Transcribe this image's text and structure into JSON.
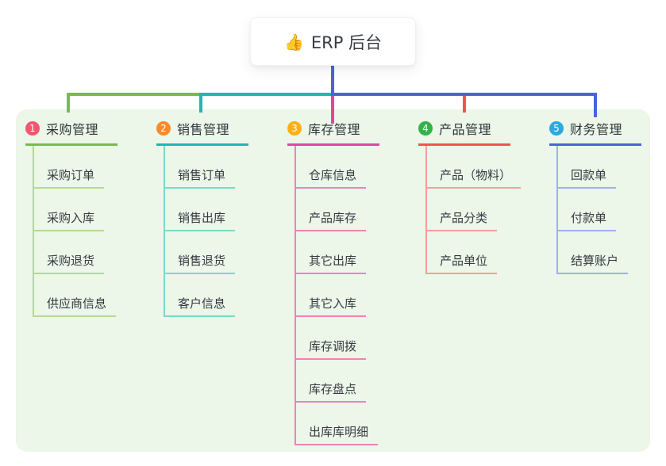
{
  "root": {
    "emoji": "👍",
    "label": "ERP 后台"
  },
  "colors": {
    "root_line": "#4a64d8",
    "panel_bg": "#ecf6e9",
    "card_bg": "#ffffff",
    "title_text": "#2f3439",
    "child_text": "#363b41"
  },
  "branches": [
    {
      "badge": "1",
      "title": "采购管理",
      "badge_color": "#f4566f",
      "line_color": "#7cb94e",
      "child_line_color": "#b5da92",
      "children": [
        "采购订单",
        "采购入库",
        "采购退货",
        "供应商信息"
      ]
    },
    {
      "badge": "2",
      "title": "销售管理",
      "badge_color": "#f78a2e",
      "line_color": "#1db9ae",
      "child_line_color": "#7fd6cd",
      "children": [
        "销售订单",
        "销售出库",
        "销售退货",
        "客户信息"
      ]
    },
    {
      "badge": "3",
      "title": "库存管理",
      "badge_color": "#fcb016",
      "line_color": "#e2459c",
      "child_line_color": "#ee82bd",
      "children": [
        "仓库信息",
        "产品库存",
        "其它出库",
        "其它入库",
        "库存调拨",
        "库存盘点",
        "出库库明细"
      ]
    },
    {
      "badge": "4",
      "title": "产品管理",
      "badge_color": "#33b44a",
      "line_color": "#f25352",
      "child_line_color": "#f79e9b",
      "children": [
        "产品（物料）",
        "产品分类",
        "产品单位"
      ]
    },
    {
      "badge": "5",
      "title": "财务管理",
      "badge_color": "#2ea9e0",
      "line_color": "#4a64d8",
      "child_line_color": "#9fb2e8",
      "children": [
        "回款单",
        "付款单",
        "结算账户"
      ]
    }
  ]
}
